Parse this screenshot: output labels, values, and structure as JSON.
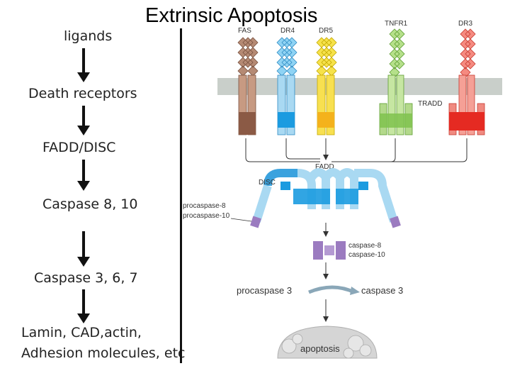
{
  "title": "Extrinsic Apoptosis",
  "pathway_steps": [
    "ligands",
    "Death receptors",
    "FADD/DISC",
    "Caspase 8, 10",
    "Caspase 3, 6, 7",
    "Lamin, CAD,actin,",
    "Adhesion molecules, etc"
  ],
  "receptors": [
    {
      "label": "FAS",
      "color": "#a0705a"
    },
    {
      "label": "DR4",
      "color": "#4fb3e6"
    },
    {
      "label": "DR5",
      "color": "#f2d000"
    },
    {
      "label": "TNFR1",
      "color": "#8fc95a"
    },
    {
      "label": "DR3",
      "color": "#ee5a4f"
    }
  ],
  "labels": {
    "tradd": "TRADD",
    "fadd": "FADD",
    "disc": "DISC",
    "procaspase8": "procaspase-8",
    "procaspase10": "procaspase-10",
    "caspase8": "caspase-8",
    "caspase10": "caspase-10",
    "procaspase3": "procaspase 3",
    "caspase3": "caspase 3",
    "apoptosis": "apoptosis"
  },
  "colors": {
    "membrane": "#c9cfca",
    "disc_blue": "#3aa2de",
    "disc_light": "#a9d9f2",
    "caspase_purple": "#9b7bc0",
    "cell_gray": "#d5d5d5"
  }
}
